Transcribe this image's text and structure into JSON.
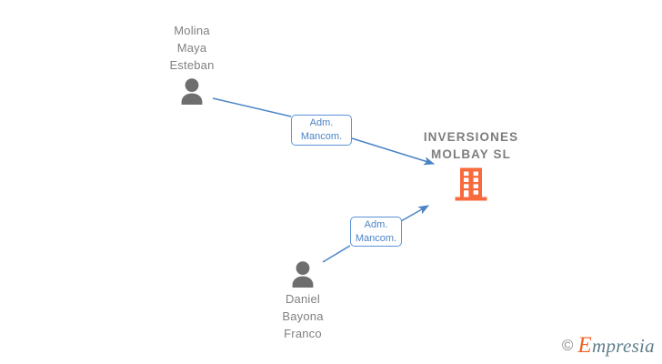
{
  "graph": {
    "company": {
      "name": "INVERSIONES\nMOLBAY  SL",
      "icon": "building-icon",
      "color": "#f8693c"
    },
    "people": [
      {
        "name": "Molina\nMaya\nEsteban",
        "icon": "person-icon",
        "color": "#6e6e6e"
      },
      {
        "name": "Daniel\nBayona\nFranco",
        "icon": "person-icon",
        "color": "#6e6e6e"
      }
    ],
    "relations": [
      {
        "label": "Adm.\nMancom.",
        "color": "#4a84c6"
      },
      {
        "label": "Adm.\nMancom.",
        "color": "#4a84c6"
      }
    ],
    "edge_color": "#4a84c6"
  },
  "watermark": {
    "copyright": "©",
    "brand_first": "E",
    "brand_rest": "mpresia",
    "brand_color": "#f0632a"
  }
}
